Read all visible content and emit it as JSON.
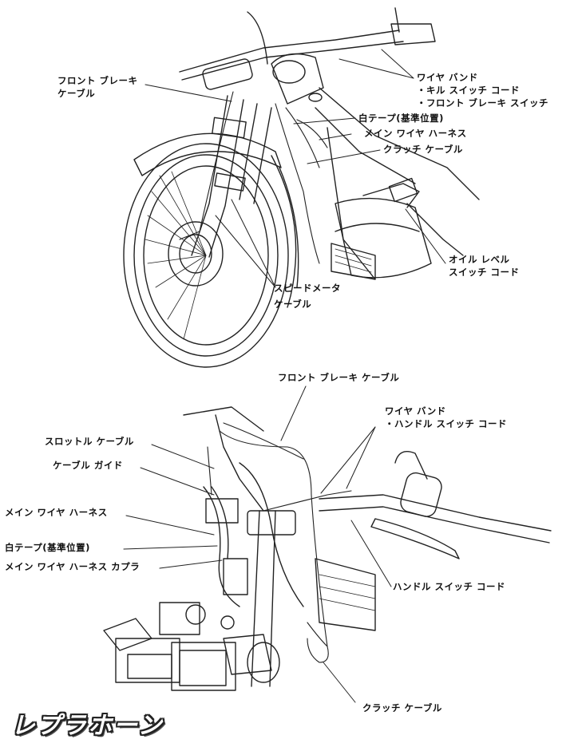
{
  "top_figure": {
    "labels": {
      "front_brake_cable_1": "フロント ブレーキ",
      "front_brake_cable_2": "ケーブル",
      "wire_band": "ワイヤ バンド",
      "kill_switch_cord": "・キル スイッチ コード",
      "front_brake_switch": "・フロント ブレーキ スイッチ",
      "white_tape": "白テープ(基準位置)",
      "main_wire_harness": "メイン ワイヤ ハーネス",
      "clutch_cable": "クラッチ ケーブル",
      "oil_level_switch_1": "オイル レベル",
      "oil_level_switch_2": "スイッチ コード",
      "speedometer_cable_1": "スピードメータ",
      "speedometer_cable_2": "ケーブル"
    }
  },
  "bottom_figure": {
    "labels": {
      "front_brake_cable": "フロント ブレーキ ケーブル",
      "wire_band": "ワイヤ バンド",
      "handle_switch_cord_sub": "・ハンドル スイッチ コード",
      "throttle_cable": "スロットル ケーブル",
      "cable_guide": "ケーブル ガイド",
      "main_wire_harness": "メイン ワイヤ ハーネス",
      "white_tape": "白テープ(基準位置)",
      "main_harness_coupler": "メイン ワイヤ ハーネス カプラ",
      "handle_switch_cord": "ハンドル スイッチ コード",
      "clutch_cable": "クラッチ ケーブル"
    }
  },
  "watermark": "レプラホーン"
}
